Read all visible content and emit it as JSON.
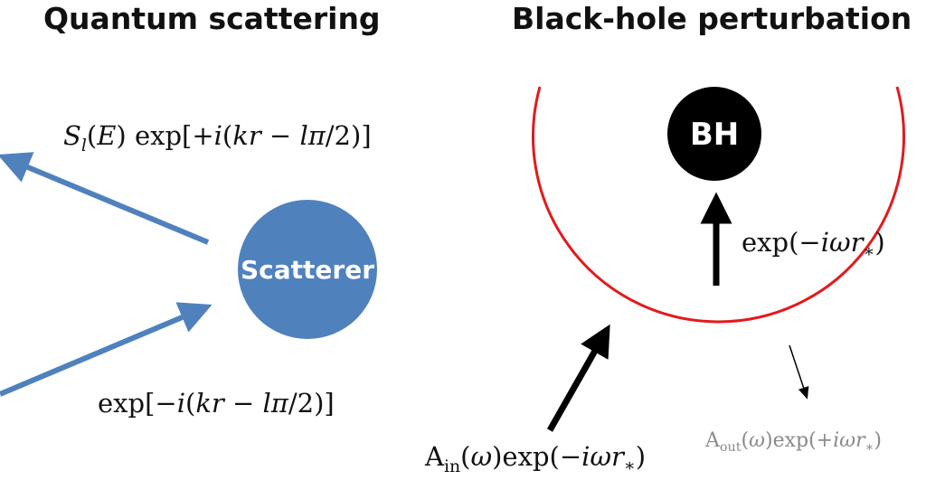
{
  "left_panel": {
    "title": "Quantum scattering",
    "scatterer_label": "Scatterer",
    "scatterer_color": "#4f81bd",
    "arrow_color": "#4f81bd",
    "outgoing_wave_label": "S_l(E) exp[+i(kr − lπ/2)]",
    "incoming_wave_label": "exp[−i(kr − lπ/2)]"
  },
  "right_panel": {
    "title": "Black-hole perturbation",
    "black_hole_label": "BH",
    "black_hole_color": "#000000",
    "horizon_arc_color": "#e31a1c",
    "horizon_wave_label": "exp(−iωr*)",
    "incoming_wave_label": "A_in(ω)exp(−iωr*)",
    "outgoing_wave_label": "A_out(ω)exp(+iωr*)",
    "outgoing_label_color": "#8a8a8a"
  }
}
